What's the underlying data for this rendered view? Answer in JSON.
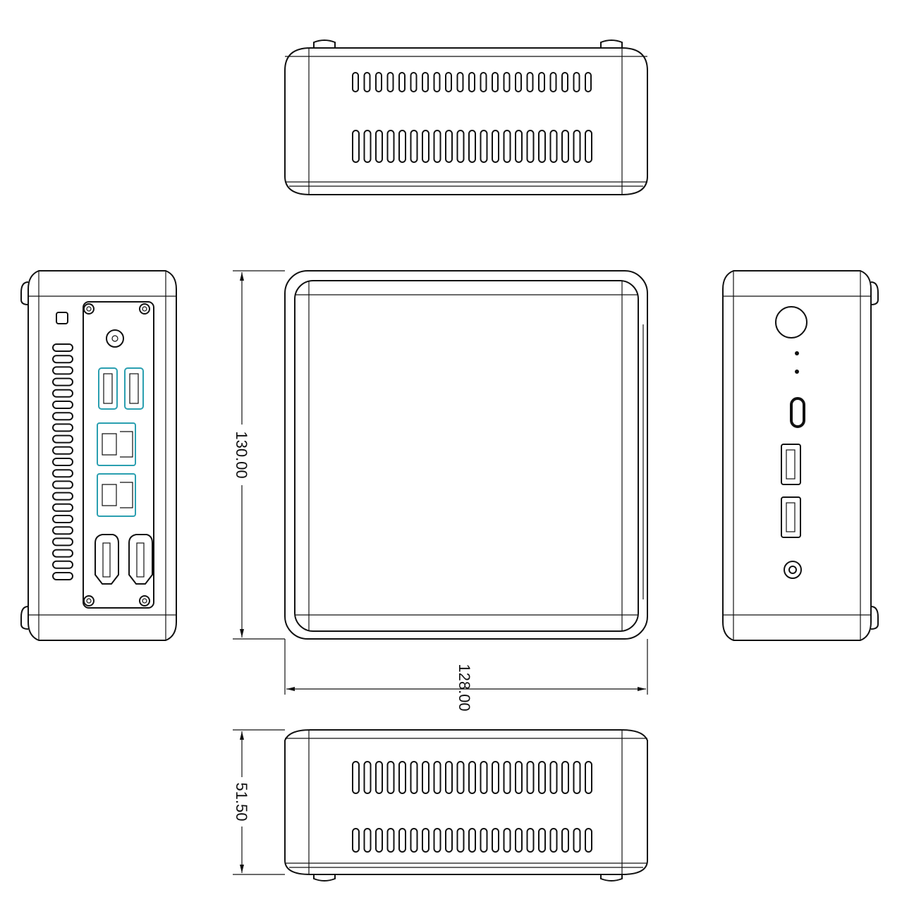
{
  "dimensions": {
    "height": "130.00",
    "width": "128.00",
    "depth": "51.50"
  },
  "views": [
    "top-view",
    "left-side-view",
    "front-view",
    "right-side-view",
    "bottom-view"
  ],
  "colors": {
    "line": "#111111",
    "port_highlight": "#2a9fb0"
  }
}
